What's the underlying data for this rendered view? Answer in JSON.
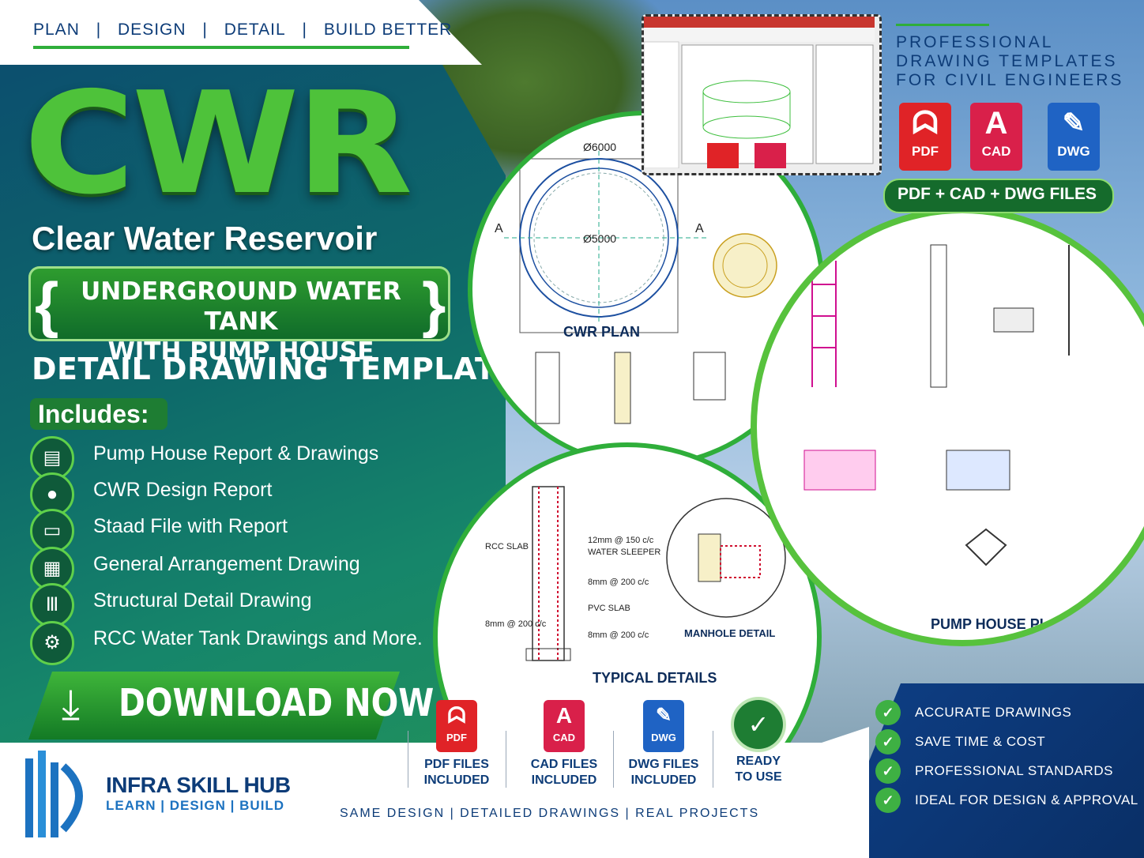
{
  "nav": {
    "items": [
      "PLAN",
      "DESIGN",
      "DETAIL",
      "BUILD BETTER"
    ],
    "separator": "|"
  },
  "hero": {
    "title": "CWR",
    "subtitle": "Clear Water Reservoir",
    "bracket_line1": "UNDERGROUND WATER TANK",
    "bracket_line2": "WITH PUMP HOUSE",
    "detail_title": "DETAIL DRAWING TEMPLATE"
  },
  "includes": {
    "heading": "Includes:",
    "items": [
      {
        "label": "Pump House Report & Drawings",
        "icon": "document-icon",
        "glyph": "▤"
      },
      {
        "label": "CWR Design Report",
        "icon": "water-drop-icon",
        "glyph": "💧"
      },
      {
        "label": "Staad File with Report",
        "icon": "monitor-icon",
        "glyph": "🖵"
      },
      {
        "label": "General Arrangement Drawing",
        "icon": "blueprint-icon",
        "glyph": "▦"
      },
      {
        "label": "Structural Detail Drawing",
        "icon": "building-icon",
        "glyph": "🏛"
      },
      {
        "label": "RCC Water Tank Drawings and More.",
        "icon": "gear-icon",
        "glyph": "⚙"
      }
    ]
  },
  "download": {
    "label": "DOWNLOAD NOW",
    "icon": "download-icon",
    "glyph": "⤓"
  },
  "logo": {
    "name": "INFRA SKILL HUB",
    "tagline": "LEARN | DESIGN | BUILD"
  },
  "drawings": {
    "plan": {
      "title": "CWR PLAN",
      "outer_dia": "Ø6000",
      "inner_dia": "Ø5000",
      "section": "A"
    },
    "typical": {
      "title": "TYPICAL DETAILS",
      "notes": [
        "12mm @ 150 c/c",
        "WATER SLEEPER",
        "RCC SLAB",
        "8mm @ 200 c/c",
        "PVC SLAB",
        "8mm @ 200 c/c",
        "8mm @ 200 c/c"
      ],
      "manhole": "MANHOLE DETAIL"
    },
    "right_caption": "PUMP HOUSE PLAN"
  },
  "professional": {
    "line1": "PROFESSIONAL",
    "line2": "DRAWING TEMPLATES",
    "line3": "FOR CIVIL ENGINEERS",
    "file_types": [
      {
        "label": "PDF",
        "color": "#e02327",
        "icon": "pdf-icon"
      },
      {
        "label": "CAD",
        "color": "#d9204a",
        "icon": "cad-icon"
      },
      {
        "label": "DWG",
        "color": "#1f63c4",
        "icon": "dwg-icon"
      }
    ],
    "files_pill": "PDF + CAD + DWG FILES"
  },
  "features": [
    {
      "line1": "PDF FILES",
      "line2": "INCLUDED",
      "badge": "PDF",
      "color": "#e02327"
    },
    {
      "line1": "CAD FILES",
      "line2": "INCLUDED",
      "badge": "CAD",
      "color": "#d9204a"
    },
    {
      "line1": "DWG FILES",
      "line2": "INCLUDED",
      "badge": "DWG",
      "color": "#1f63c4"
    },
    {
      "line1": "READY",
      "line2": "TO USE",
      "badge": "✓",
      "color": "#1e7d33"
    }
  ],
  "bottom_tagline": "SAME DESIGN  |  DETAILED DRAWINGS  |  REAL PROJECTS",
  "benefits": [
    "ACCURATE DRAWINGS",
    "SAVE TIME & COST",
    "PROFESSIONAL STANDARDS",
    "IDEAL FOR DESIGN & APPROVAL"
  ]
}
